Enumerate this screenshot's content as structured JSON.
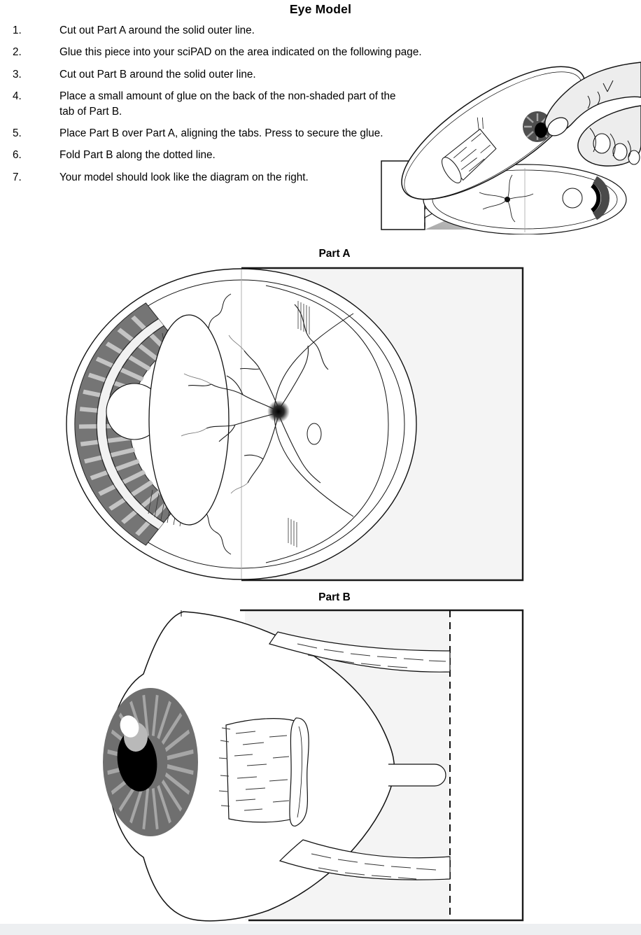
{
  "page": {
    "title": "Eye Model"
  },
  "instructions": {
    "items": [
      {
        "num": "1.",
        "text": "Cut out Part A around the solid outer line."
      },
      {
        "num": "2.",
        "text": "Glue this piece into your sciPAD on the area indicated on the following page."
      },
      {
        "num": "3.",
        "text": "Cut out Part B around the solid outer line."
      },
      {
        "num": "4.",
        "text": "Place a small amount of glue on the back of the non-shaded part of the tab of Part B."
      },
      {
        "num": "5.",
        "text": "Place Part B over Part A, aligning the tabs. Press to secure the glue."
      },
      {
        "num": "6.",
        "text": "Fold Part B along the dotted line."
      },
      {
        "num": "7.",
        "text": "Your model should look like the diagram on the right."
      }
    ]
  },
  "diagrams": {
    "part_a": {
      "label": "Part A"
    },
    "part_b": {
      "label": "Part B"
    }
  },
  "colors": {
    "line": "#111111",
    "box_fill": "#f4f4f4",
    "iris_band": "#757575",
    "iris_dark": "#6f6f6f",
    "spike_light": "#c4c4c4",
    "spike_gray": "#a6a6a6",
    "hand_fill": "#ededed",
    "footer_strip": "#edeff1"
  }
}
